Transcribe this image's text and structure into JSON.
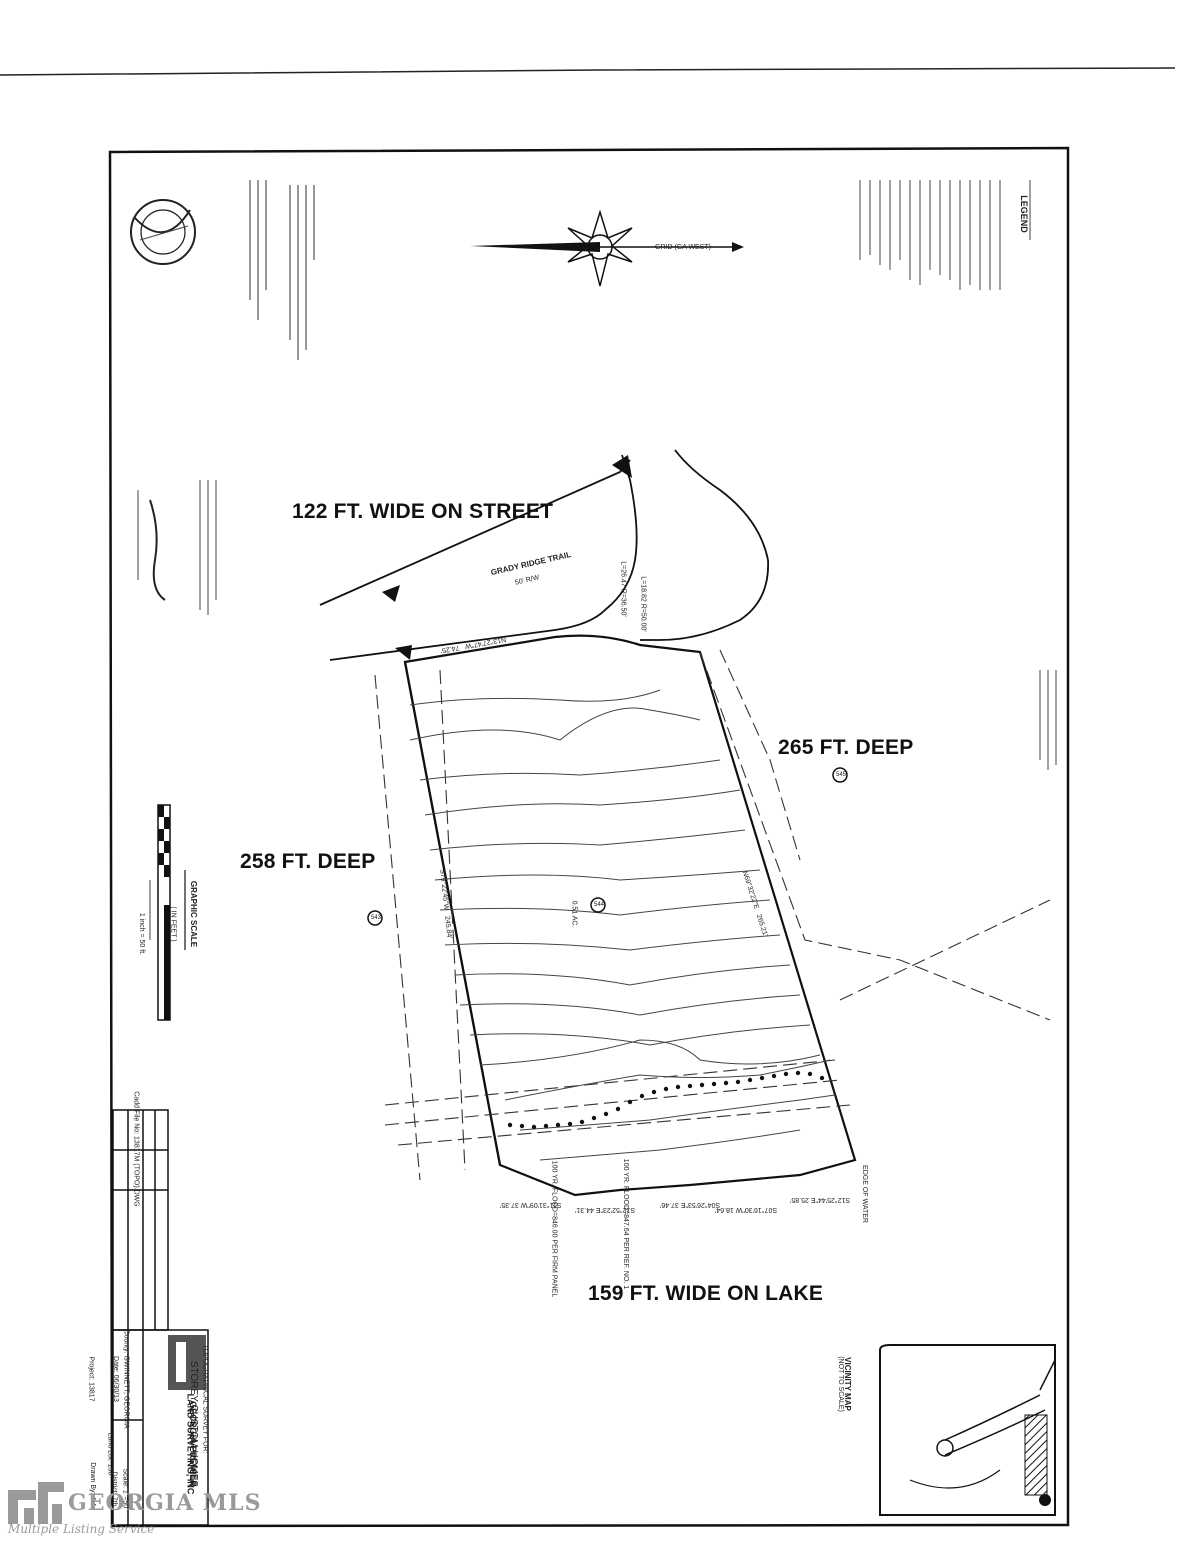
{
  "dimensions": {
    "street_width": "122 FT. WIDE ON STREET",
    "depth_right": "265 FT. DEEP",
    "depth_left": "258 FT. DEEP",
    "lake_width": "159 FT. WIDE ON LAKE"
  },
  "plat": {
    "street_name": "GRADY RIDGE TRAIL",
    "street_row": "50' R/W",
    "north_label": "GRID (GA WEST)",
    "legend_title": "LEGEND",
    "graphic_scale": "GRAPHIC SCALE",
    "scale_units": "( IN FEET )",
    "scale_ratio": "1 inch = 50 ft.",
    "lot_number": "544",
    "lot_left": "543",
    "lot_right": "545",
    "area_text": "0.51 AC.",
    "bearing_street": "N13°27'47\"W   74.25'",
    "bearing_right": "N69°32'22\"E   265.21'",
    "bearing_left": "S79°22'45\"W   245.84'",
    "curve_1": "L=26.47 R=36.50'",
    "curve_2": "L=18.82 R=50.00'",
    "lake_seg_1": "S11°31'09\"W 37.35'",
    "lake_seg_2": "S12°52'23\"E 44.31'",
    "lake_seg_3": "S04°26'53\"E 37.46'",
    "lake_seg_4": "S07°16'30\"W 18.64'",
    "lake_seg_5": "S12°25'44\"E 25.85'",
    "flood_note_1": "100 YR. FLOOD=846.00 PER FIRM PANEL",
    "flood_note_2": "100 YR. FLOOD=847.64 PER REF. NO. 1",
    "edge_of_water": "EDGE OF WATER",
    "vicinity_map": "VICINITY MAP",
    "vicinity_scale": "(NOT TO SCALE)"
  },
  "title_block": {
    "client": "STOREY CUSTOM HOMES",
    "survey_type": "TOPOGRAPHICAL SURVEY FOR:",
    "company_1": "GEORGIA PREMIER",
    "company_2": "LAND SURVEYING, INC",
    "date": "Date: 06/30/13",
    "county": "County: GWINNETT, GEORGIA",
    "project": "Project: 13817",
    "cadd_file": "Cadd File No: 13817M (TOPO).DWG",
    "drawn_by": "Drawn By: JM",
    "land_lot": "Land Lot: 156",
    "district": "District: 7th",
    "scale": "Scale: 1\"=50'"
  },
  "watermark": {
    "brand": "GEORGIA MLS",
    "tagline": "Multiple Listing Service"
  }
}
